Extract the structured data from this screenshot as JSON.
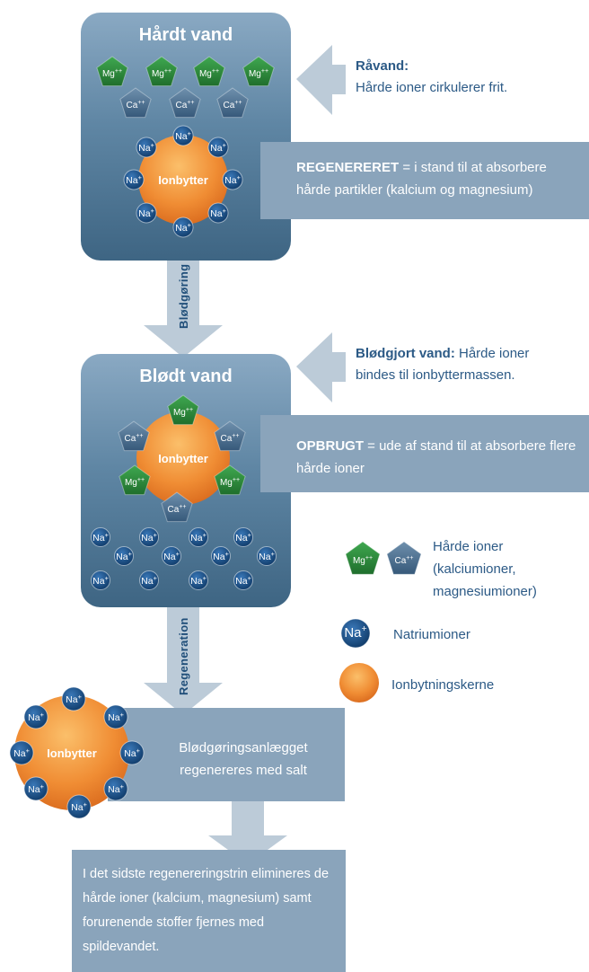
{
  "top_tank": {
    "title": "Hårdt vand",
    "exchanger_label": "Ionbytter"
  },
  "middle_tank": {
    "title": "Blødt vand",
    "exchanger_label": "Ionbytter"
  },
  "bottom_exchanger": {
    "label": "Ionbytter"
  },
  "ions": {
    "mg": "Mg++",
    "ca": "Ca++",
    "na": "Na+"
  },
  "arrows": {
    "softening": "Blødgøring",
    "regeneration": "Regeneration"
  },
  "raw_water": {
    "title": "Råvand:",
    "text": "Hårde ioner cirkulerer frit."
  },
  "regenerated_note": {
    "title": "REGENERERET",
    "text": " = i stand til at absorbere hårde partikler (kalcium og magnesium)"
  },
  "softened_water": {
    "title": "Blødgjort vand:",
    "text": " Hårde ioner bindes til ionbyttermassen."
  },
  "exhausted_note": {
    "title": "OPBRUGT",
    "text": " = ude af stand til at absorbere flere hårde ioner"
  },
  "legend": {
    "hard_ions": "Hårde ioner (kalciumioner, magnesiumioner)",
    "sodium_ions": "Natriumioner",
    "exchange_core": "Ionbytningskerne"
  },
  "salt_note": "Blødgøringsanlægget regenereres med salt",
  "final_note": "I det sidste regenereringstrin elimineres de hårde ioner (kalcium, magnesium) samt forurenende stoffer fjernes med spildevandet.",
  "colors": {
    "tank": "#5f86a4",
    "note": "#8aa4bb",
    "arrow": "#bccbd8",
    "mg": "#2e8b3e",
    "ca": "#4a6f91",
    "na": "#1b4f85",
    "core": "#ee8a2c",
    "text": "#2c5a86"
  }
}
